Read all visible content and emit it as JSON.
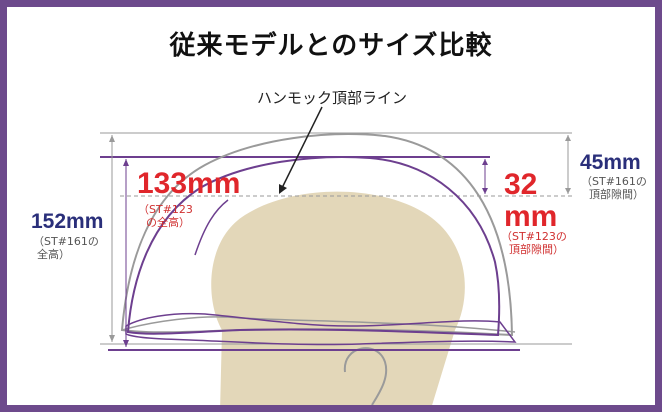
{
  "title": "従来モデルとのサイズ比較",
  "annotations": {
    "hammock_top_line": "ハンモック頂部ライン"
  },
  "dimensions": {
    "new_total_height": {
      "value": "133mm",
      "note_line1": "（ST#123",
      "note_line2": "の全高）"
    },
    "old_total_height": {
      "value": "152mm",
      "note_line1": "（ST#161の",
      "note_line2": "全高）"
    },
    "new_top_clearance": {
      "value_line1": "32",
      "value_line2": "mm",
      "note_line1": "（ST#123の",
      "note_line2": "頂部隙間）"
    },
    "old_top_clearance": {
      "value": "45mm",
      "note_line1": "（ST#161の",
      "note_line2": "頂部隙間）"
    }
  },
  "colors": {
    "frame": "#6d4a8c",
    "new_model_outline": "#6d3f8f",
    "old_model_outline": "#9a9a9a",
    "head": "#e3d7b9",
    "accent_red": "#e0262b",
    "accent_navy": "#2a2f7a"
  }
}
